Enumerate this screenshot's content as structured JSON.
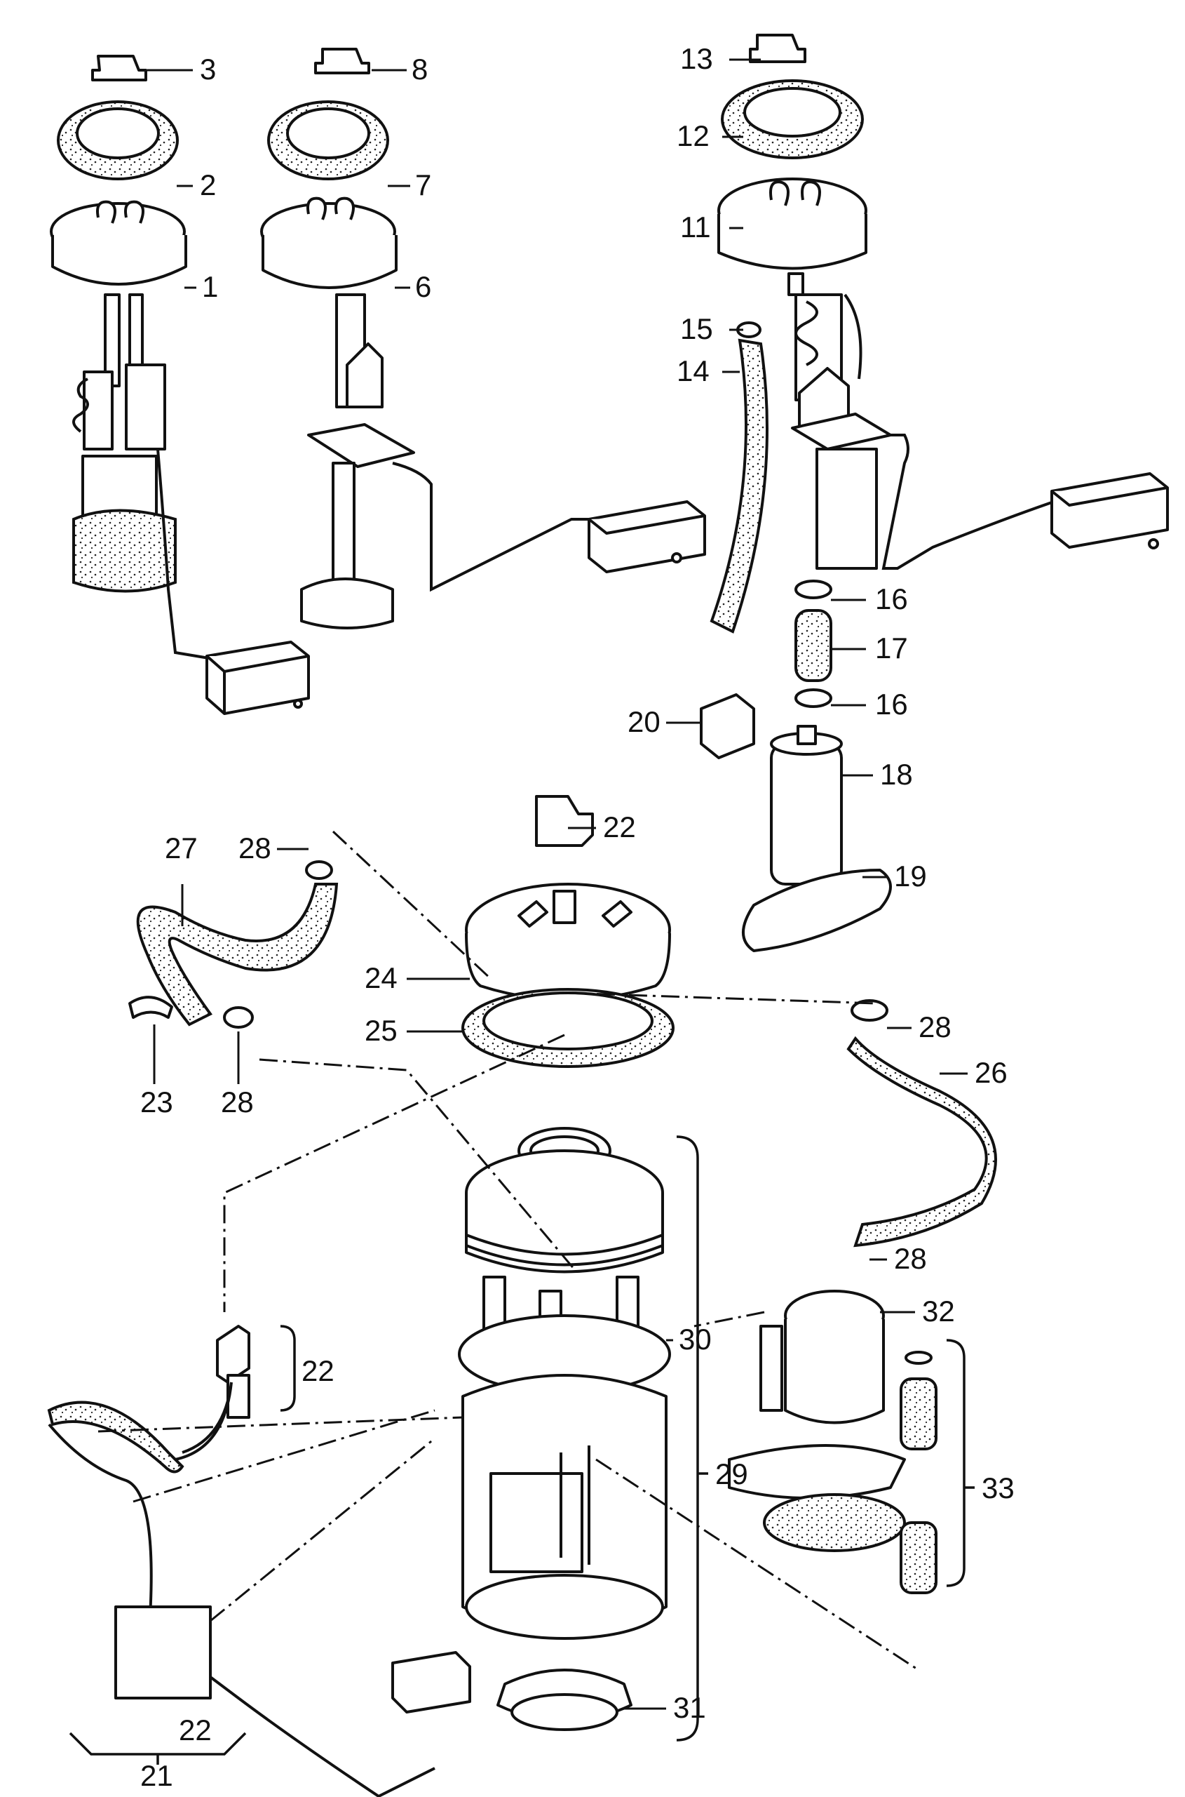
{
  "callouts": {
    "c1": "1",
    "c2": "2",
    "c3": "3",
    "c6": "6",
    "c7": "7",
    "c8": "8",
    "c11": "11",
    "c12": "12",
    "c13": "13",
    "c14": "14",
    "c15": "15",
    "c16a": "16",
    "c16b": "16",
    "c17": "17",
    "c18": "18",
    "c19": "19",
    "c20": "20",
    "c22a": "22",
    "c24": "24",
    "c25": "25",
    "c27": "27",
    "c28a": "28",
    "c23": "23",
    "c28b": "28",
    "c28c": "28",
    "c26": "26",
    "c28d": "28",
    "c32": "32",
    "c30": "30",
    "c22b": "22",
    "c33": "33",
    "c29": "29",
    "c22c": "22",
    "c21": "21",
    "c31": "31"
  }
}
